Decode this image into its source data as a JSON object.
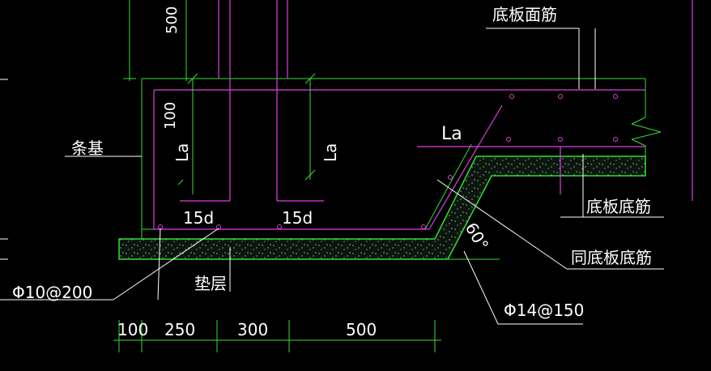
{
  "colors": {
    "background": "#000000",
    "rebar": "#e040e0",
    "outline": "#33dd33",
    "leader": "#ffffff",
    "concrete_fill": "#1c2a1c"
  },
  "labels": {
    "bottom_slab_top_rebar": "底板面筋",
    "strip_foundation": "条基",
    "bottom_slab_bottom_rebar": "底板底筋",
    "same_as_bottom_rebar": "同底板底筋",
    "cushion_layer": "垫层",
    "rebar_left": "Φ10@200",
    "rebar_right": "Φ14@150",
    "anchor_length_1": "La",
    "anchor_length_2": "La",
    "anchor_length_3": "La",
    "hook_1": "15d",
    "hook_2": "15d",
    "angle": "60°"
  },
  "dimensions": {
    "top_vertical": "500",
    "left_vertical": "100",
    "bottom": [
      "100",
      "250",
      "300",
      "500"
    ]
  }
}
